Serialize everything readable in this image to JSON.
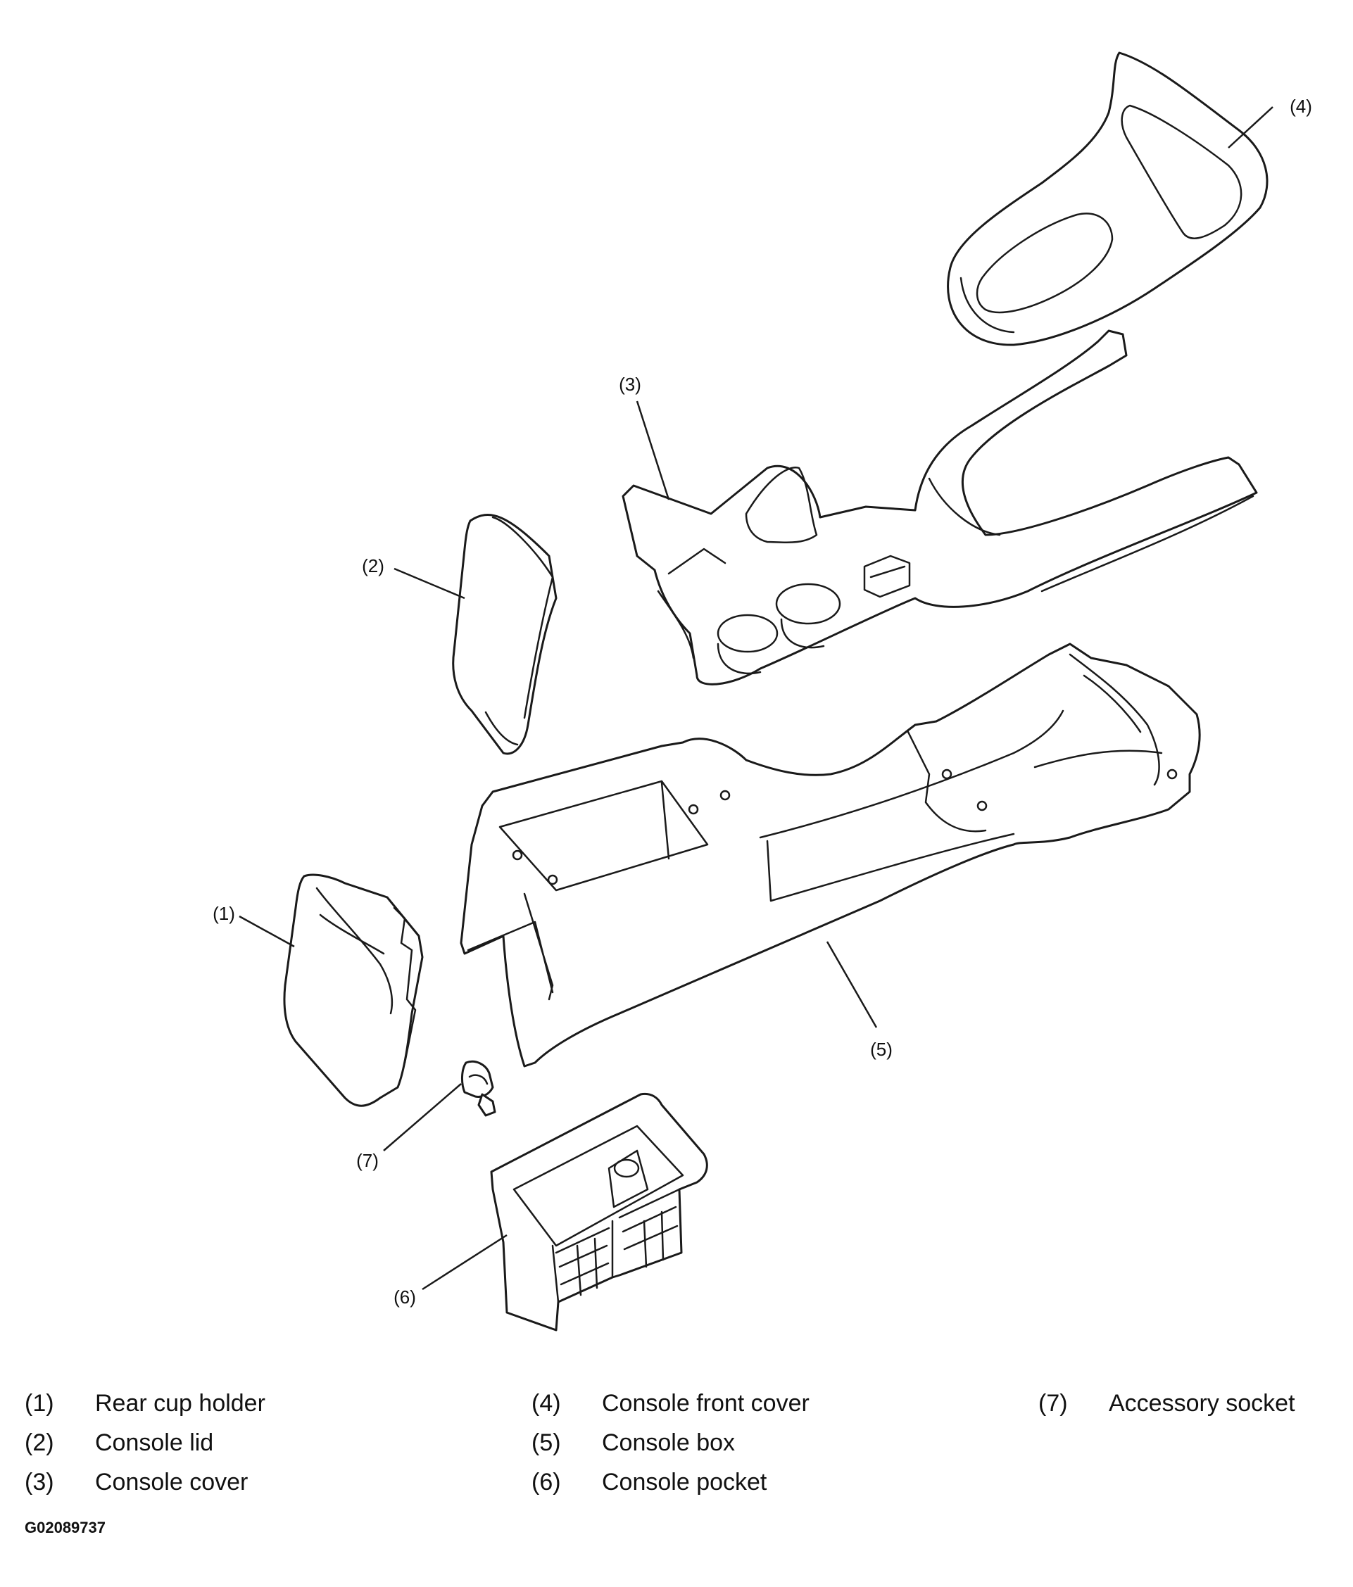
{
  "callouts": [
    "(1)",
    "(2)",
    "(3)",
    "(4)",
    "(5)",
    "(6)",
    "(7)"
  ],
  "legend": [
    {
      "num": "(1)",
      "text": "Rear cup holder"
    },
    {
      "num": "(2)",
      "text": "Console lid"
    },
    {
      "num": "(3)",
      "text": "Console cover"
    },
    {
      "num": "(4)",
      "text": "Console front cover"
    },
    {
      "num": "(5)",
      "text": "Console box"
    },
    {
      "num": "(6)",
      "text": "Console pocket"
    },
    {
      "num": "(7)",
      "text": "Accessory socket"
    }
  ],
  "figure_code": "G02089737"
}
